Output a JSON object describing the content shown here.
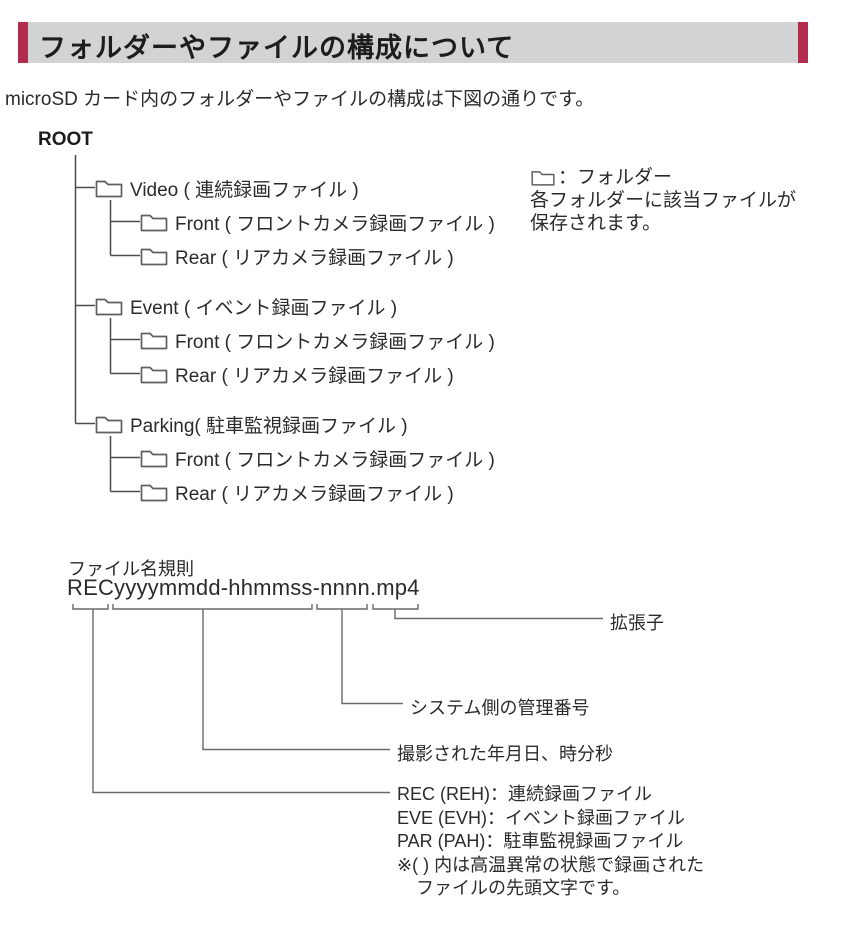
{
  "page": {
    "title": "フォルダーやファイルの構成について",
    "intro": "microSD カード内のフォルダーやファイルの構成は下図の通りです。"
  },
  "colors": {
    "accent_red": "#b22c4e",
    "header_gray": "#d2d3d5",
    "line_gray": "#4a4a4a"
  },
  "tree": {
    "root_label": "ROOT",
    "nodes": [
      {
        "label": "Video ( 連続録画ファイル )"
      },
      {
        "label": "Front ( フロントカメラ録画ファイル )"
      },
      {
        "label": "Rear ( リアカメラ録画ファイル )"
      },
      {
        "label": "Event ( イベント録画ファイル )"
      },
      {
        "label": "Front ( フロントカメラ録画ファイル )"
      },
      {
        "label": "Rear ( リアカメラ録画ファイル )"
      },
      {
        "label": "Parking( 駐車監視録画ファイル )"
      },
      {
        "label": "Front ( フロントカメラ録画ファイル )"
      },
      {
        "label": "Rear ( リアカメラ録画ファイル )"
      }
    ]
  },
  "note": {
    "icon_label": "：フォルダー",
    "line1": "各フォルダーに該当ファイルが",
    "line2": "保存されます。"
  },
  "filename": {
    "heading": "ファイル名規則",
    "pattern": "RECyyyymmdd-hhmmss-nnnn.mp4",
    "annotations": {
      "extension": "拡張子",
      "system_number": "システム側の管理番号",
      "datetime": "撮影された年月日、時分秒",
      "prefix_lines": [
        "REC (REH)：連続録画ファイル",
        "EVE (EVH)：イベント録画ファイル",
        "PAR (PAH)：駐車監視録画ファイル",
        "※( ) 内は高温異常の状態で録画された",
        "ファイルの先頭文字です。"
      ]
    }
  }
}
